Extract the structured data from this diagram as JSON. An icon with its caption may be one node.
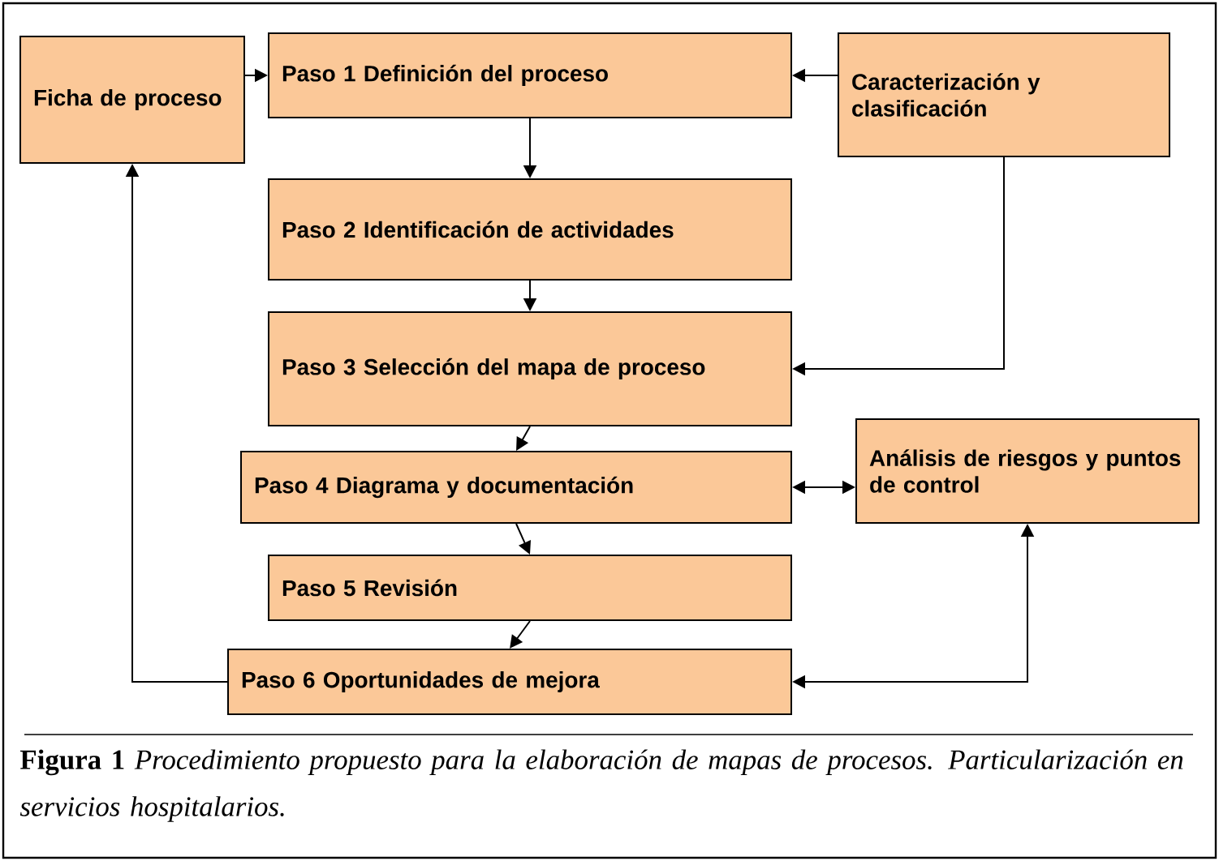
{
  "diagram": {
    "caption": "**Figura 1** *Procedimiento propuesto para la elaboración de  mapas de procesos. Particularización en servicios hospitalarios.*",
    "nodes": [
      {
        "text": [
          "Ficha de proceso"
        ]
      },
      {
        "text": [
          "Paso 1 Definición del proceso"
        ]
      },
      {
        "text": [
          "Caracterización y clasificación"
        ]
      },
      {
        "text": [
          "Paso 2 Identificación de actividades"
        ]
      },
      {
        "text": [
          "Paso 3 Selección del mapa de proceso"
        ]
      },
      {
        "text": [
          "Paso 4 Diagrama y documentación"
        ]
      },
      {
        "text": [
          "Análisis de riesgos y puntos de control"
        ]
      },
      {
        "text": [
          "Paso 5 Revisión"
        ]
      },
      {
        "text": [
          "Paso 6 Oportunidades de mejora"
        ]
      }
    ],
    "edges": [
      {
        "from": 0,
        "to": 1,
        "arrow": "to"
      },
      {
        "from": 2,
        "to": 1,
        "arrow": "to"
      },
      {
        "from": 1,
        "to": 3,
        "arrow": "to"
      },
      {
        "from": 3,
        "to": 4,
        "arrow": "to"
      },
      {
        "from": 2,
        "to": 4,
        "arrow": "to"
      },
      {
        "from": 4,
        "to": 5,
        "arrow": "to"
      },
      {
        "from": 5,
        "to": 6,
        "arrow": "both"
      },
      {
        "from": 5,
        "to": 7,
        "arrow": "to"
      },
      {
        "from": 7,
        "to": 8,
        "arrow": "to"
      },
      {
        "from": 8,
        "to": 0,
        "arrow": "to"
      },
      {
        "from": 6,
        "to": 8,
        "arrow": "both"
      }
    ]
  }
}
